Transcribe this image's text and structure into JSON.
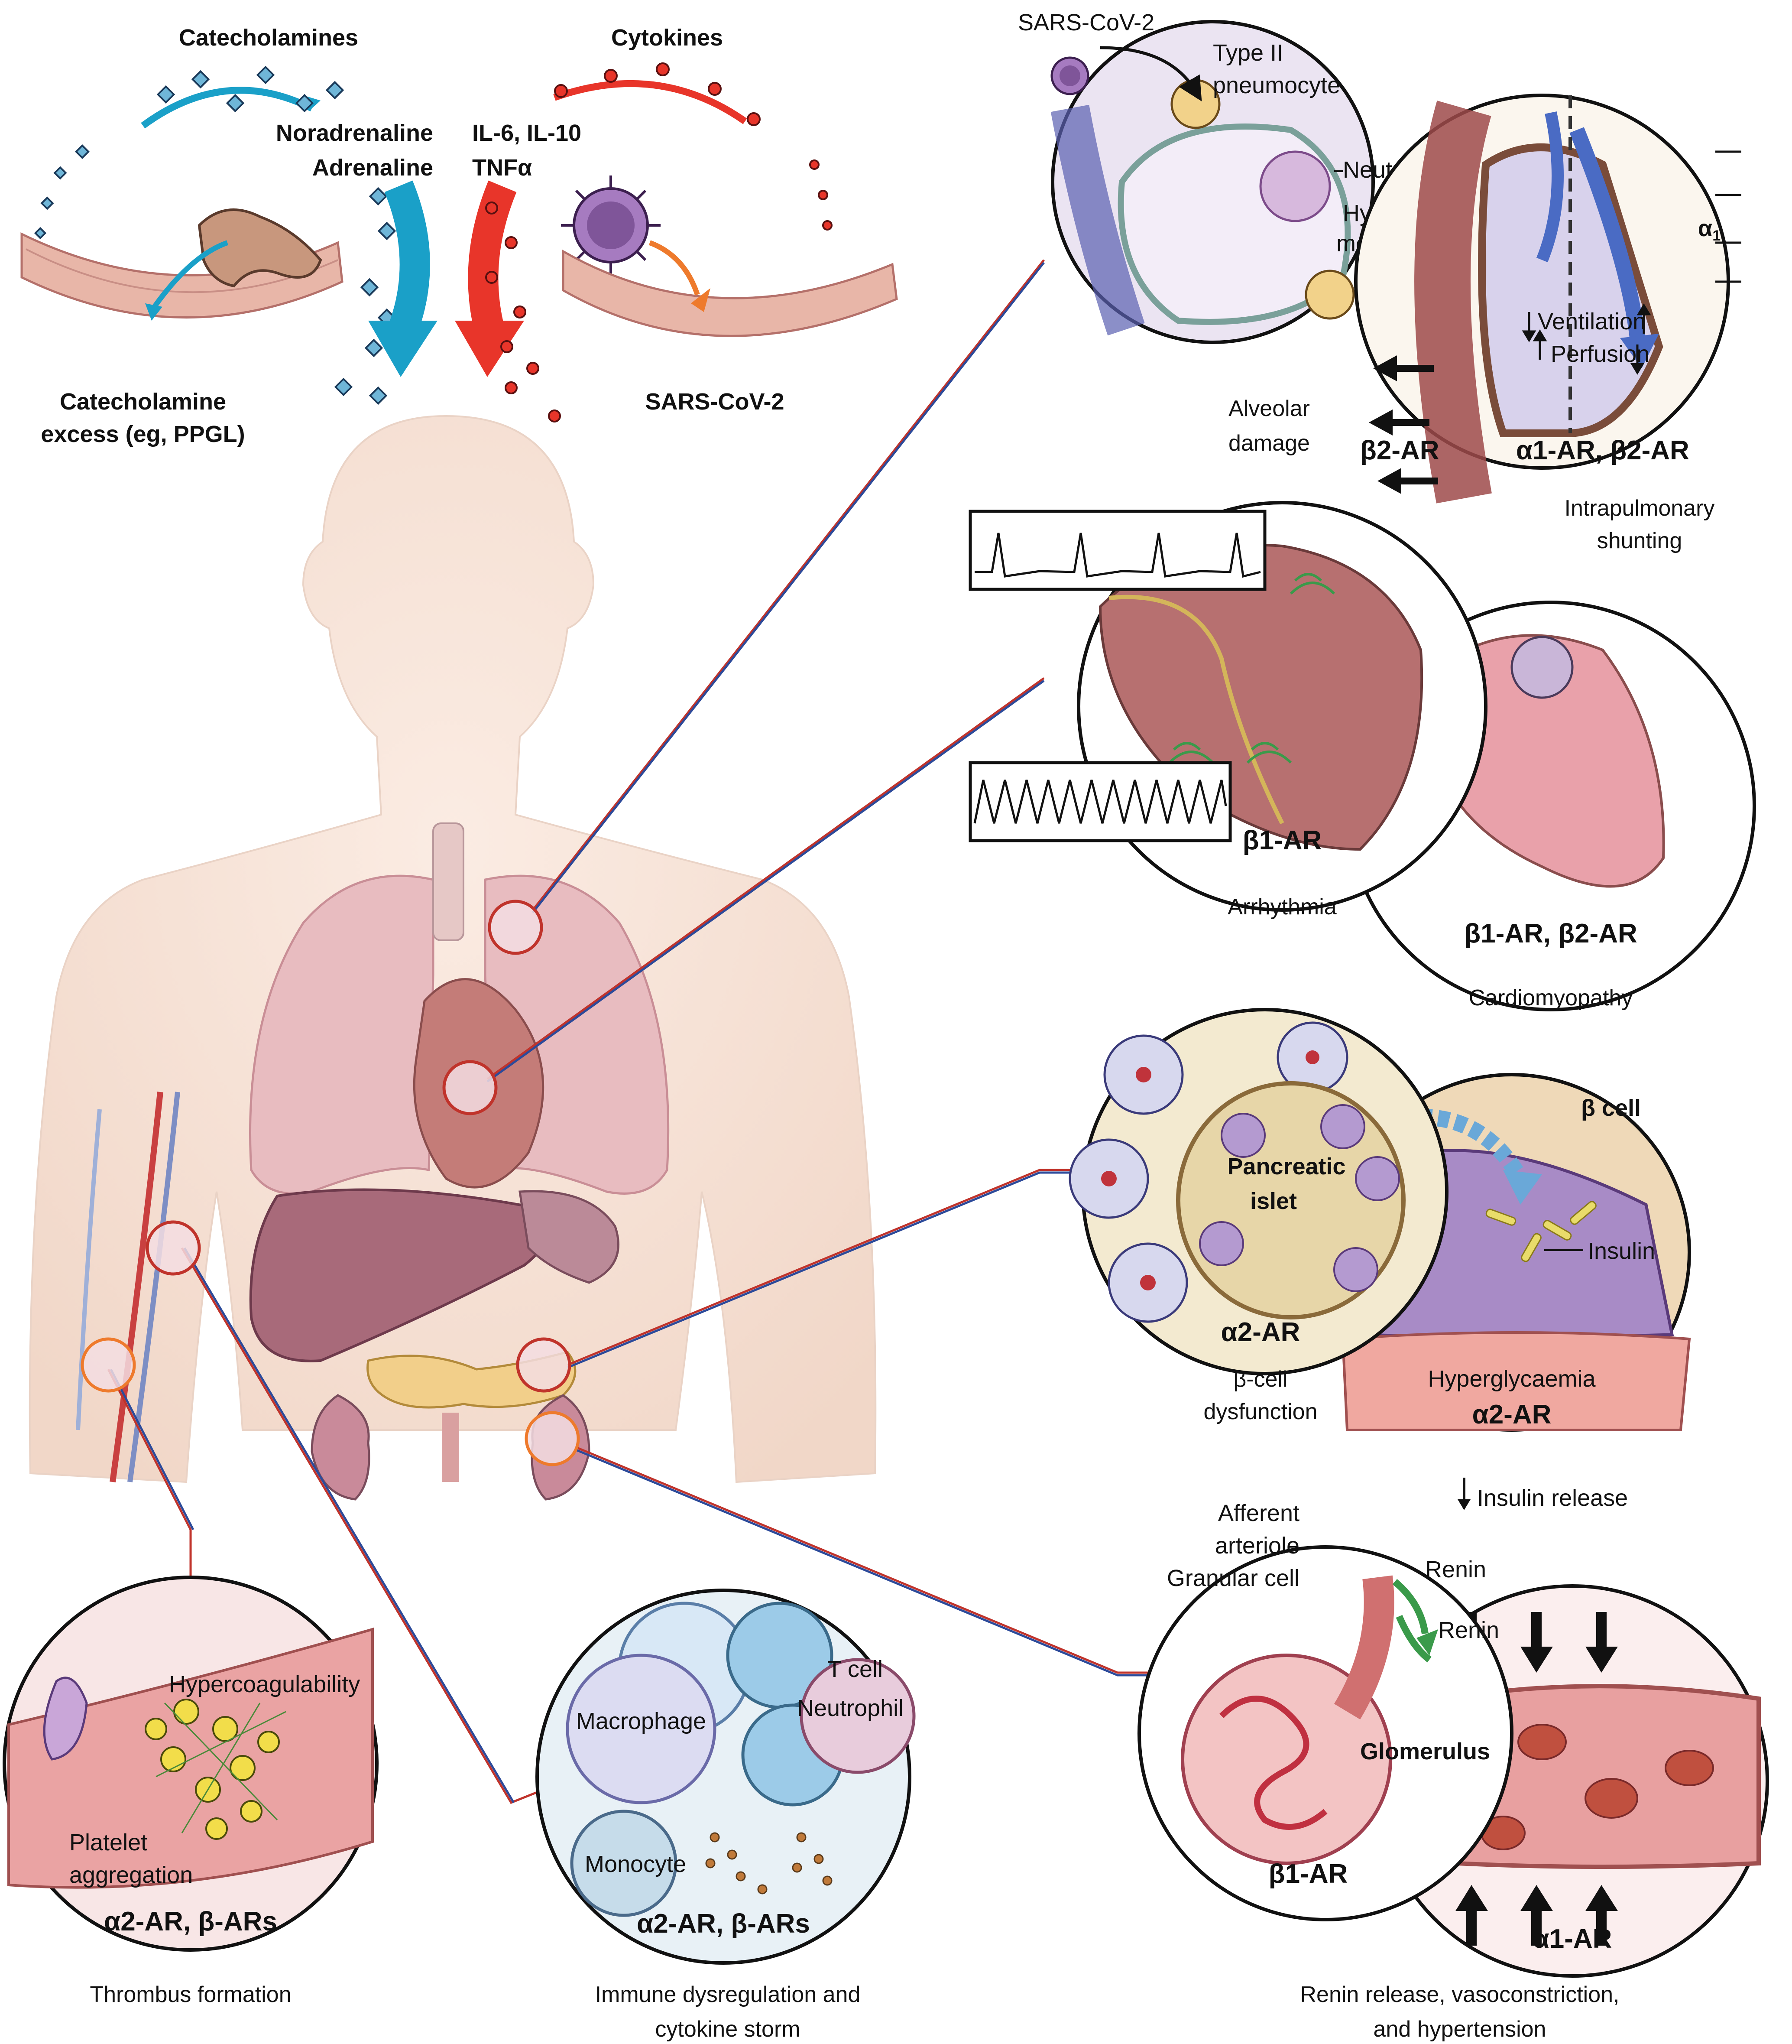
{
  "top": {
    "catecholamines_title": "Catecholamines",
    "noradrenaline": "Noradrenaline",
    "adrenaline": "Adrenaline",
    "cytokines_title": "Cytokines",
    "il": "IL-6, IL-10",
    "tnf": "TNFα",
    "catecholamine_excess_1": "Catecholamine",
    "catecholamine_excess_2": "excess (eg, PPGL)",
    "sars_bottom": "SARS-CoV-2"
  },
  "lung": {
    "sars": "SARS-CoV-2",
    "type2_1": "Type II",
    "type2_2": "pneumocyte",
    "neutrophil": "Neutrophil",
    "hyaline_1": "Hyaline",
    "hyaline_2": "membrane",
    "ventilation": "Ventilation",
    "perfusion": "Perfusion",
    "alpha1": "α",
    "alpha1_sub": "1",
    "alveolar_1": "Alveolar",
    "alveolar_2": "damage",
    "b2ar": "β2-AR",
    "a1ar_b2ar": "α1-AR, β2-AR",
    "shunting_1": "Intrapulmonary",
    "shunting_2": "shunting"
  },
  "heart": {
    "b1ar": "β1-AR",
    "arrhythmia": "Arrhythmia",
    "b1_b2": "β1-AR, β2-AR",
    "cardiomyopathy": "Cardiomyopathy"
  },
  "pancreas": {
    "islet_1": "Pancreatic",
    "islet_2": "islet",
    "a2ar": "α2-AR",
    "bcell": "β cell",
    "insulin": "Insulin",
    "hyperglycaemia": "Hyperglycaemia",
    "a2ar_2": "α2-AR",
    "dysfunction_1": "β-cell",
    "dysfunction_2": "dysfunction",
    "insulin_release": "Insulin release"
  },
  "kidney": {
    "afferent_1": "Afferent",
    "afferent_2": "arteriole",
    "granular": "Granular cell",
    "renin_1": "Renin",
    "renin_2": "Renin",
    "glomerulus": "Glomerulus",
    "b1ar": "β1-AR",
    "a1ar": "α1-AR",
    "caption_1": "Renin release, vasoconstriction,",
    "caption_2": "and hypertension"
  },
  "thrombus": {
    "hypercoag": "Hypercoagulability",
    "platelet_1": "Platelet",
    "platelet_2": "aggregation",
    "receptors": "α2-AR, β-ARs",
    "caption": "Thrombus formation"
  },
  "immune": {
    "macrophage": "Macrophage",
    "tcell": "T cell",
    "neutrophil": "Neutrophil",
    "monocyte": "Monocyte",
    "receptors": "α2-AR, β-ARs",
    "caption_1": "Immune dysregulation and",
    "caption_2": "cytokine storm"
  },
  "colors": {
    "catecholamine_blue": "#1aa0c8",
    "cytokine_red": "#e8352a",
    "connector_red": "#c0332b",
    "connector_blue": "#2c4a9a",
    "skin": "#f7e2d6"
  }
}
